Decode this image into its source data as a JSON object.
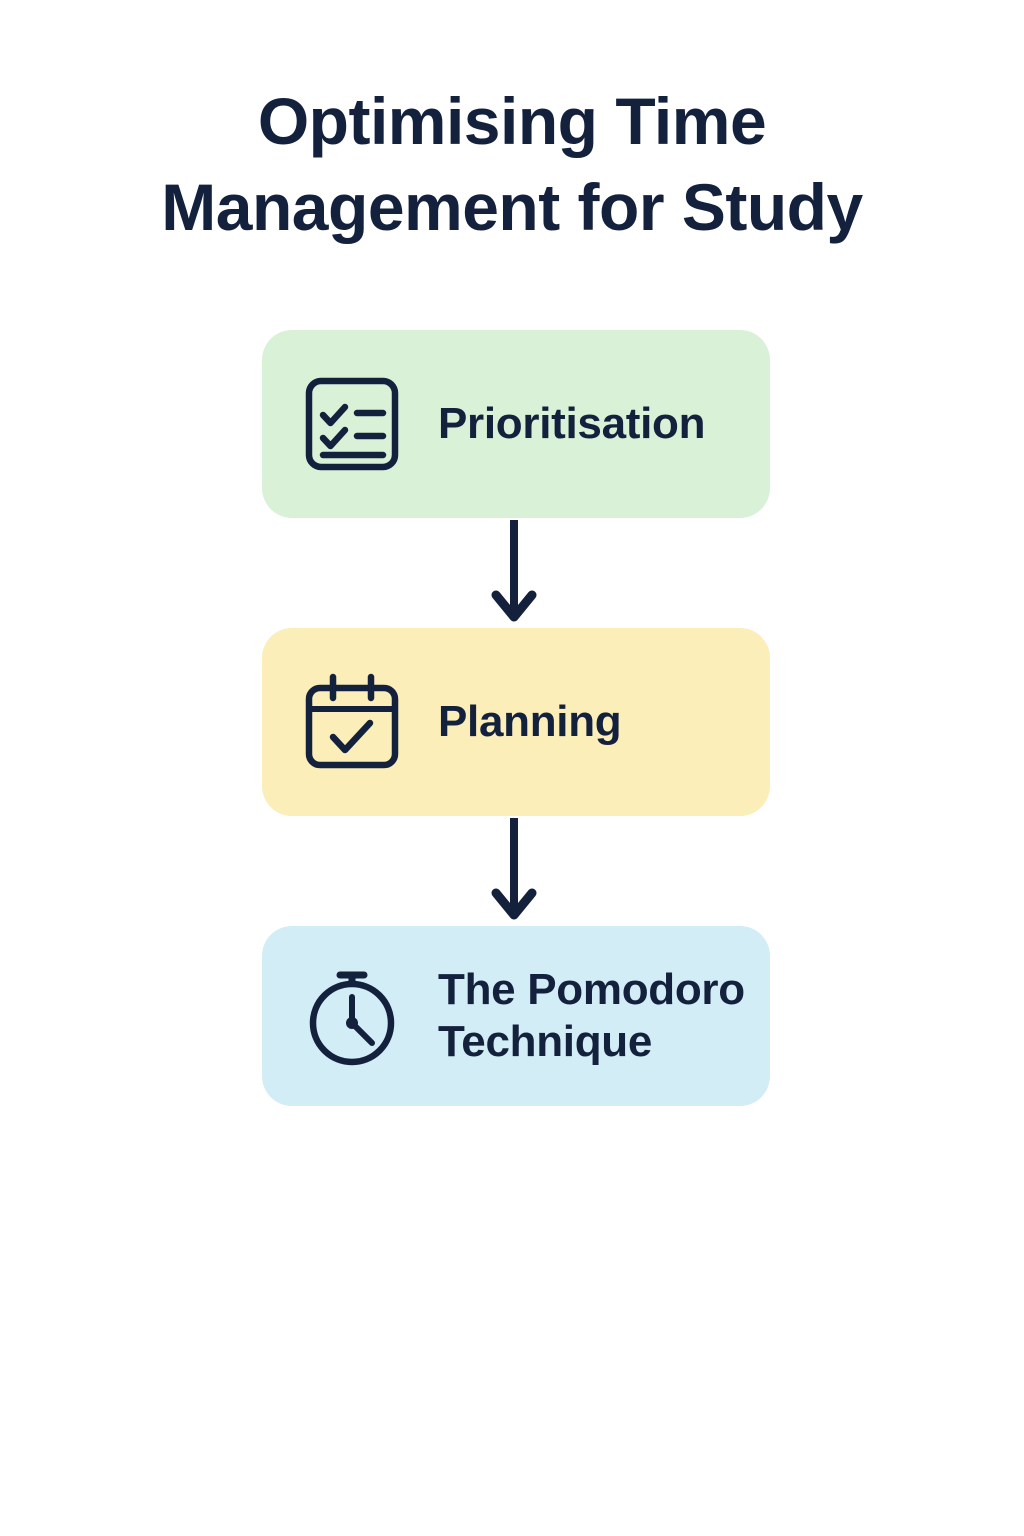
{
  "page": {
    "background_color": "#ffffff",
    "text_color": "#14213d"
  },
  "title": {
    "line1": "Optimising Time",
    "line2": "Management for Study"
  },
  "flow": {
    "steps": [
      {
        "id": "prioritisation",
        "label": "Prioritisation",
        "icon": "checklist-icon",
        "background_color": "#d9f2d7"
      },
      {
        "id": "planning",
        "label": "Planning",
        "icon": "calendar-check-icon",
        "background_color": "#fbeeb9"
      },
      {
        "id": "pomodoro",
        "label": "The Pomodoro\nTechnique",
        "icon": "stopwatch-icon",
        "background_color": "#d2edf5"
      }
    ],
    "connectors": [
      {
        "id": "connector-1",
        "icon": "arrow-down-icon",
        "color": "#14213d"
      },
      {
        "id": "connector-2",
        "icon": "arrow-down-icon",
        "color": "#14213d"
      }
    ]
  }
}
